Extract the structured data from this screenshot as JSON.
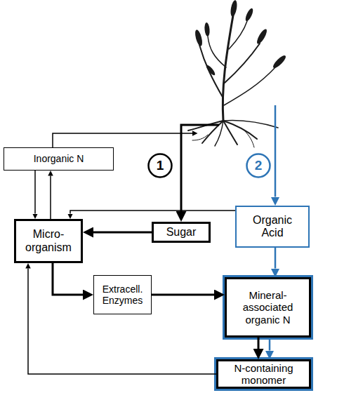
{
  "diagram": {
    "nodes": [
      {
        "text": [
          "Inorganic N"
        ]
      },
      {
        "text": [
          "1"
        ]
      },
      {
        "text": [
          "2"
        ]
      },
      {
        "text": [
          "Organic Acid"
        ]
      },
      {
        "text": [
          "Micro- organism"
        ]
      },
      {
        "text": [
          "Sugar"
        ]
      },
      {
        "text": [
          "Extracell. Enzymes"
        ]
      },
      {
        "text": [
          "Mineral- associated organic N"
        ]
      },
      {
        "text": [
          "N-containing monomer"
        ]
      }
    ],
    "edges": [
      {
        "from": 0,
        "to": 4,
        "arrow": "to"
      },
      {
        "from": 4,
        "to": 0,
        "arrow": "to"
      },
      {
        "from": 5,
        "to": 4,
        "arrow": "to"
      },
      {
        "from": 3,
        "to": 4,
        "arrow": "to"
      },
      {
        "from": 4,
        "to": 6,
        "arrow": "to"
      },
      {
        "from": 6,
        "to": 7,
        "arrow": "to"
      },
      {
        "from": 3,
        "to": 7,
        "arrow": "to"
      },
      {
        "from": 7,
        "to": 8,
        "arrow": "to"
      },
      {
        "from": 7,
        "to": 8,
        "arrow": "to"
      },
      {
        "from": 8,
        "to": 4,
        "arrow": "to"
      }
    ]
  }
}
